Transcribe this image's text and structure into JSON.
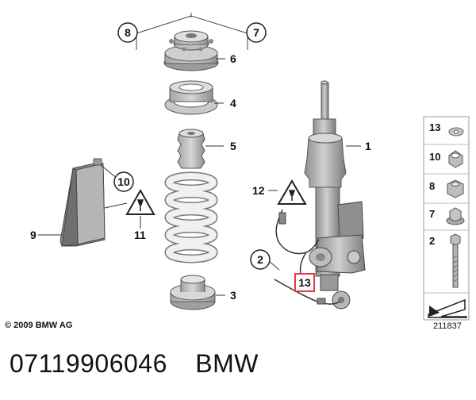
{
  "copyright": "© 2009 BMW AG",
  "diagram_code": "211837",
  "caption": {
    "part_number": "07119906046",
    "brand": "BMW"
  },
  "callouts": {
    "c1": "1",
    "c2": "2",
    "c3": "3",
    "c4": "4",
    "c5": "5",
    "c6": "6",
    "c7": "7",
    "c8": "8",
    "c9": "9",
    "c10": "10",
    "c11": "11",
    "c12": "12",
    "c13": "13"
  },
  "legend": {
    "l13": "13",
    "l10": "10",
    "l8": "8",
    "l7": "7",
    "l2": "2"
  },
  "colors": {
    "part_gray": "#b9b9b9",
    "part_dark": "#7d7d7d",
    "highlight": "#e53949",
    "line": "#222222"
  }
}
